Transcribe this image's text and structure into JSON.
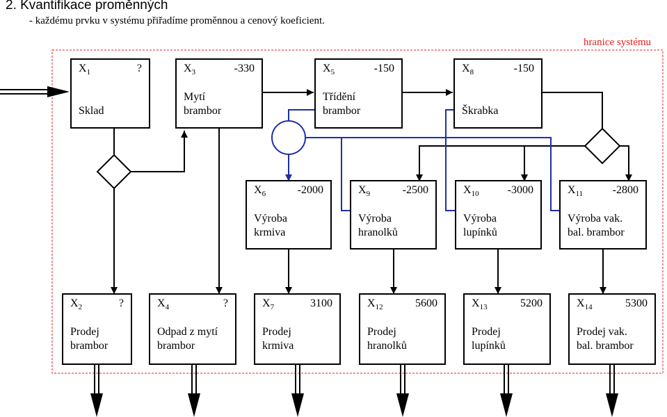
{
  "heading": "2. Kvantifikace proměnných",
  "subheading": "- každému prvku v systému přiřadíme proměnnou a cenový koeficient.",
  "boundary_label": "hranice systému",
  "nodes": {
    "sklad": {
      "var": "X",
      "sub": "1",
      "coef": "?",
      "label": "Sklad"
    },
    "myti": {
      "var": "X",
      "sub": "3",
      "coef": "-330",
      "label": "Mytí\nbrambor"
    },
    "trideni": {
      "var": "X",
      "sub": "5",
      "coef": "-150",
      "label": "Třídění\nbrambor"
    },
    "skrabka": {
      "var": "X",
      "sub": "8",
      "coef": "-150",
      "label": "Škrabka"
    },
    "krmivo": {
      "var": "X",
      "sub": "6",
      "coef": "-2000",
      "label": "Výroba\nkrmiva"
    },
    "hranolky": {
      "var": "X",
      "sub": "9",
      "coef": "-2500",
      "label": "Výroba\nhranolků"
    },
    "lupinky": {
      "var": "X",
      "sub": "10",
      "coef": "-3000",
      "label": "Výroba\nlupínků"
    },
    "vak": {
      "var": "X",
      "sub": "11",
      "coef": "-2800",
      "label": "Výroba vak.\nbal. brambor"
    },
    "prodej_br": {
      "var": "X",
      "sub": "2",
      "coef": "?",
      "label": "Prodej\nbrambor"
    },
    "odpad": {
      "var": "X",
      "sub": "4",
      "coef": "?",
      "label": "Odpad z mytí\nbrambor"
    },
    "prodej_kr": {
      "var": "X",
      "sub": "7",
      "coef": "3100",
      "label": "Prodej\nkrmiva"
    },
    "prodej_hr": {
      "var": "X",
      "sub": "12",
      "coef": "5600",
      "label": "Prodej\nhranolků"
    },
    "prodej_lu": {
      "var": "X",
      "sub": "13",
      "coef": "5200",
      "label": "Prodej\nlupínků"
    },
    "prodej_vak": {
      "var": "X",
      "sub": "14",
      "coef": "5300",
      "label": "Prodej vak.\nbal. brambor"
    }
  }
}
